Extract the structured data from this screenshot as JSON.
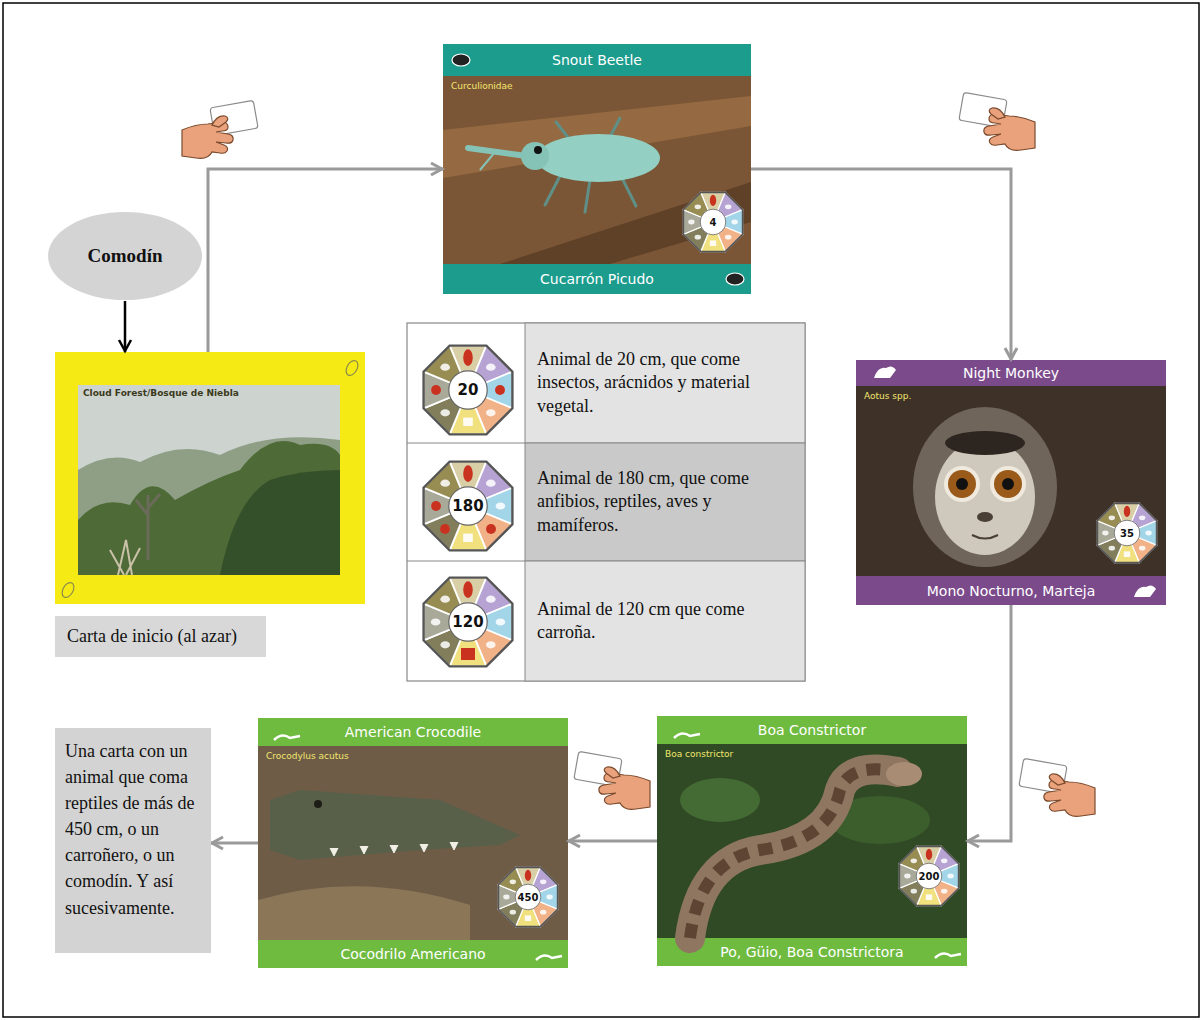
{
  "diagram": {
    "nodes": [
      {
        "text": [
          "Comodín"
        ]
      },
      {
        "text": [
          "Cloud Forest/Bosque de Niebla"
        ]
      },
      {
        "text": [
          "Carta de inicio (al azar)"
        ]
      },
      {
        "text": [
          "Snout Beetle",
          "Curculionidae",
          "4",
          "Cucarrón Picudo"
        ]
      },
      {
        "text": [
          "Night Monkey",
          "Aotus spp.",
          "35",
          "Mono Nocturno, Marteja"
        ]
      },
      {
        "text": [
          "Boa Constrictor",
          "Boa constrictor",
          "200",
          "Po, Güio, Boa Constrictora"
        ]
      },
      {
        "text": [
          "American Crocodile",
          "Crocodylus acutus",
          "450",
          "Cocodrilo Americano"
        ]
      },
      {
        "text": [
          "Una carta con un animal que coma reptiles de más de 450 cm, o un carroñero, o un comodín. Y así sucesivamente."
        ]
      }
    ],
    "edges": [
      {
        "from": 0,
        "to": 1,
        "arrow": "to"
      },
      {
        "from": 1,
        "to": 3,
        "arrow": "to"
      },
      {
        "from": 3,
        "to": 4,
        "arrow": "to"
      },
      {
        "from": 4,
        "to": 5,
        "arrow": "to"
      },
      {
        "from": 5,
        "to": 6,
        "arrow": "to"
      },
      {
        "from": 6,
        "to": 7,
        "arrow": "to"
      }
    ],
    "labels": [
      "20",
      "Animal de 20 cm, que come insectos, arácnidos y material vegetal.",
      "180",
      "Animal de 180 cm, que come anfibios, reptiles, aves y mamíferos.",
      "120",
      "Animal de 120 cm que come carroña."
    ]
  }
}
